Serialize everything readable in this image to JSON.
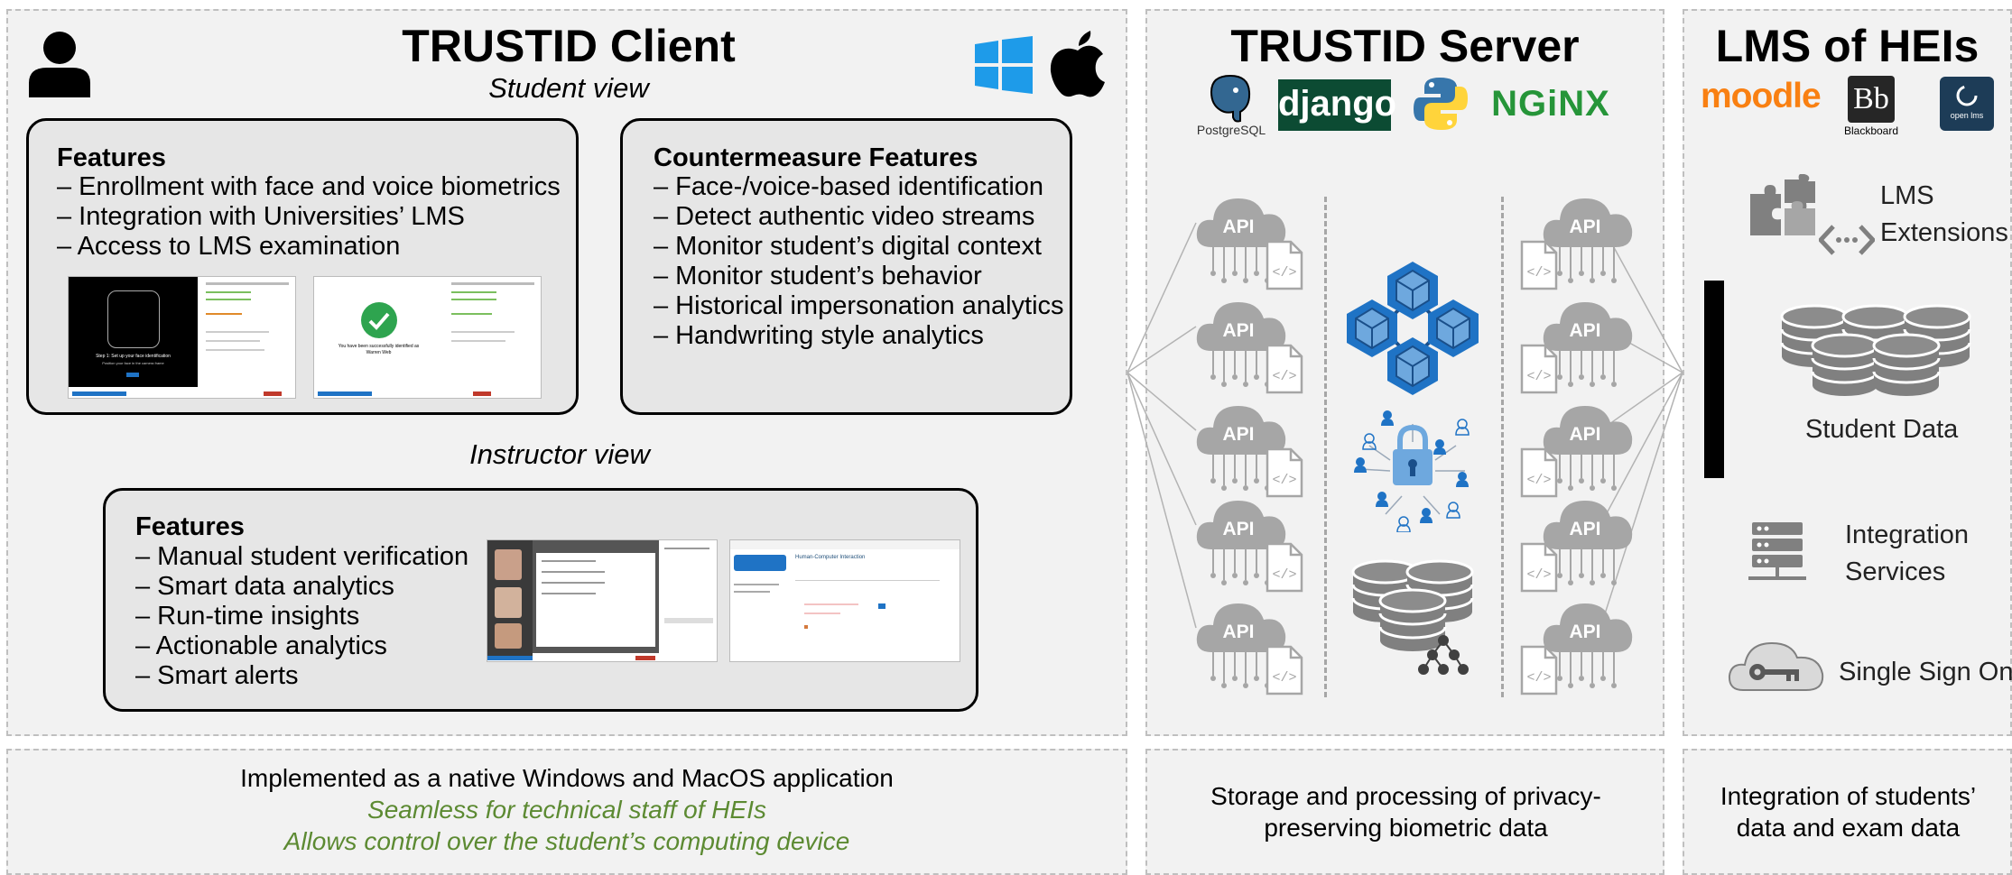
{
  "client": {
    "title": "TRUSTID Client",
    "student_view": "Student view",
    "instructor_view": "Instructor view",
    "student_features": {
      "heading": "Features",
      "items": [
        "– Enrollment with face and voice biometrics",
        "– Integration with Universities’ LMS",
        "– Access to LMS examination"
      ]
    },
    "countermeasures": {
      "heading": "Countermeasure Features",
      "items": [
        "– Face-/voice-based identification",
        "– Detect authentic video streams",
        "– Monitor student’s digital context",
        "– Monitor student’s behavior",
        "– Historical impersonation analytics",
        "– Handwriting style analytics"
      ]
    },
    "instructor_features": {
      "heading": "Features",
      "items": [
        "– Manual student verification",
        "– Smart data analytics",
        "– Run-time insights",
        "– Actionable analytics",
        "– Smart alerts"
      ]
    },
    "screens": {
      "s1_step": "Step 1: Set up your face identification",
      "s1_hint": "Position your face in the camera frame",
      "s2_msg": "You have been successfully identified as",
      "s2_name": "Warren Web",
      "s4_title": "Human-Computer Interaction"
    },
    "footer": {
      "line1": "Implemented as a native Windows and MacOS application",
      "line2": "Seamless for technical staff of HEIs",
      "line3": "Allows control over the student’s computing device"
    }
  },
  "server": {
    "title": "TRUSTID Server",
    "logos": {
      "postgres": "PostgreSQL",
      "django": "django",
      "nginx": "NGiNX"
    },
    "api_label": "API",
    "footer": "Storage and processing of privacy-preserving biometric data"
  },
  "lms": {
    "title": "LMS of HEIs",
    "logos": {
      "moodle": "moodle",
      "blackboard": "Bb",
      "blackboard_caption": "Blackboard",
      "openlms": "open lms"
    },
    "extensions": "LMS Extensions",
    "student_data": "Student Data",
    "integration": "Integration Services",
    "sso": "Single Sign On",
    "footer": "Integration of students’ data and exam data"
  },
  "colors": {
    "accent_blue": "#1f73c5",
    "green_text": "#5c8a32",
    "icon_gray": "#777777",
    "panel_bg": "#f2f2f2"
  }
}
